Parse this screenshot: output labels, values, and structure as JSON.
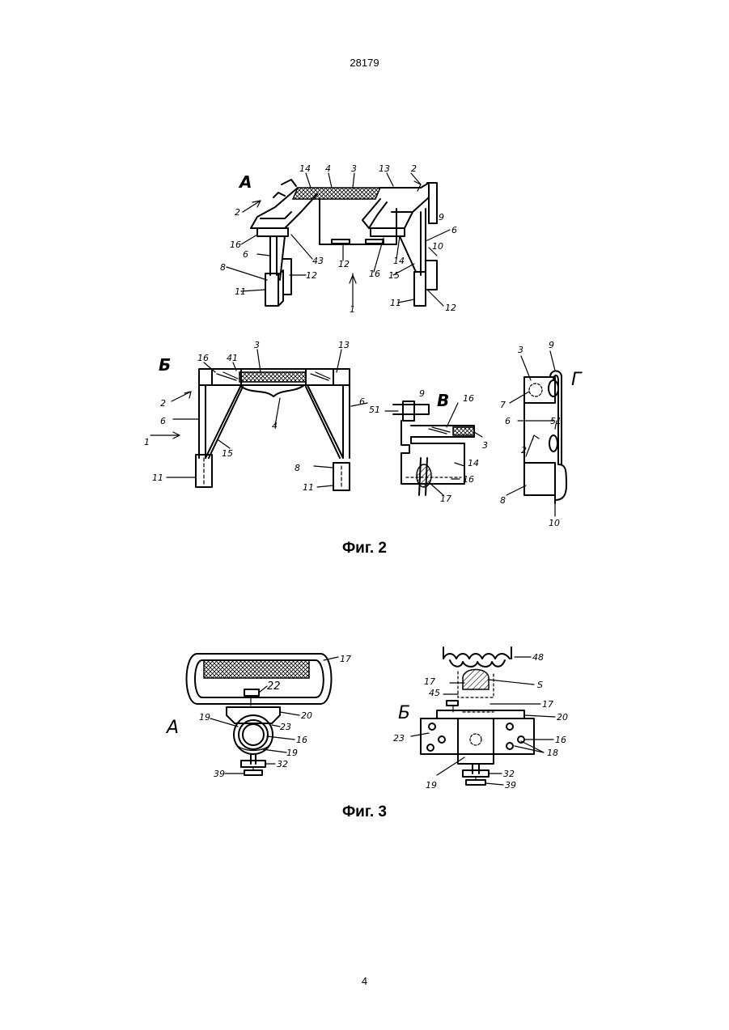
{
  "header": {
    "doc_number": "28179"
  },
  "footer": {
    "page_number": "4"
  },
  "fig2": {
    "caption": "Фиг. 2",
    "view_a": {
      "letter": "А",
      "labels": [
        "14",
        "4",
        "3",
        "13",
        "2",
        "2",
        "9",
        "6",
        "16",
        "6",
        "43",
        "12",
        "16",
        "14",
        "10",
        "8",
        "12",
        "15",
        "11",
        "1",
        "11",
        "12"
      ]
    },
    "view_b": {
      "letter": "Б",
      "labels": [
        "16",
        "41",
        "3",
        "13",
        "2",
        "6",
        "6",
        "1",
        "15",
        "4",
        "8",
        "11",
        "11"
      ]
    },
    "view_v": {
      "letter": "В",
      "labels": [
        "9",
        "16",
        "51",
        "3",
        "14",
        "16",
        "17"
      ]
    },
    "view_g": {
      "letter": "Г",
      "labels": [
        "3",
        "9",
        "7",
        "6",
        "51",
        "2",
        "8",
        "10"
      ]
    }
  },
  "fig3": {
    "caption": "Фиг. 3",
    "view_a": {
      "letter": "А",
      "labels": [
        "17",
        "22",
        "20",
        "23",
        "19",
        "16",
        "19",
        "32",
        "39"
      ]
    },
    "view_b": {
      "letter": "Б",
      "labels": [
        "48",
        "17",
        "S",
        "45",
        "17",
        "20",
        "23",
        "16",
        "18",
        "19",
        "32",
        "39"
      ]
    }
  }
}
